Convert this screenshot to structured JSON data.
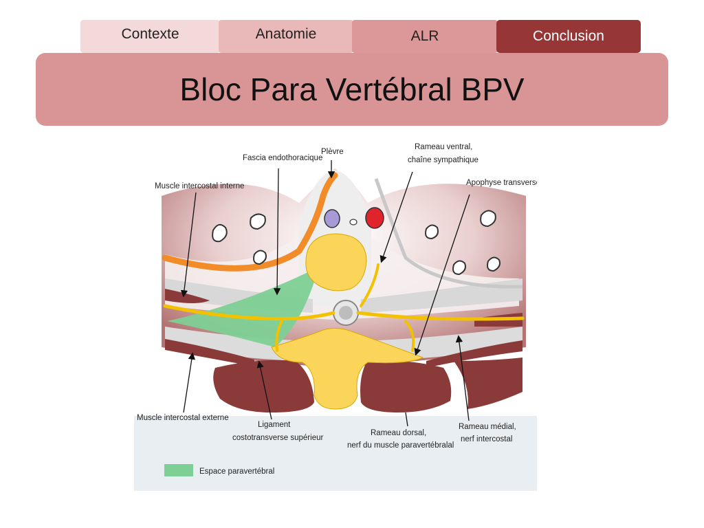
{
  "tabs": [
    {
      "label": "Contexte"
    },
    {
      "label": "Anatomie"
    },
    {
      "label": "ALR"
    },
    {
      "label": "Conclusion"
    }
  ],
  "title": "Bloc Para Vertébral BPV",
  "figure": {
    "labels": {
      "fascia": "Fascia endothoracique",
      "plevre": "Plèvre",
      "rameau_ventral_1": "Rameau ventral,",
      "rameau_ventral_2": "chaîne sympathique",
      "intercostal_interne": "Muscle intercostal interne",
      "apophyse": "Apophyse transverse",
      "intercostal_externe": "Muscle intercostal externe",
      "ligament_1": "Ligament",
      "ligament_2": "costotransverse supérieur",
      "dorsal_1": "Rameau dorsal,",
      "dorsal_2": "nerf du muscle paravertébralal",
      "medial_1": "Rameau médial,",
      "medial_2": "nerf intercostal"
    },
    "legend": "Espace paravertébral",
    "colors": {
      "paravertebral": "#7ecf95",
      "nerve": "#f2c200",
      "bone": "#fbd55a",
      "pleura": "#f28c28",
      "muscle": "#8b3a3a",
      "artery": "#e0242c",
      "vein": "#a89ad6"
    }
  }
}
